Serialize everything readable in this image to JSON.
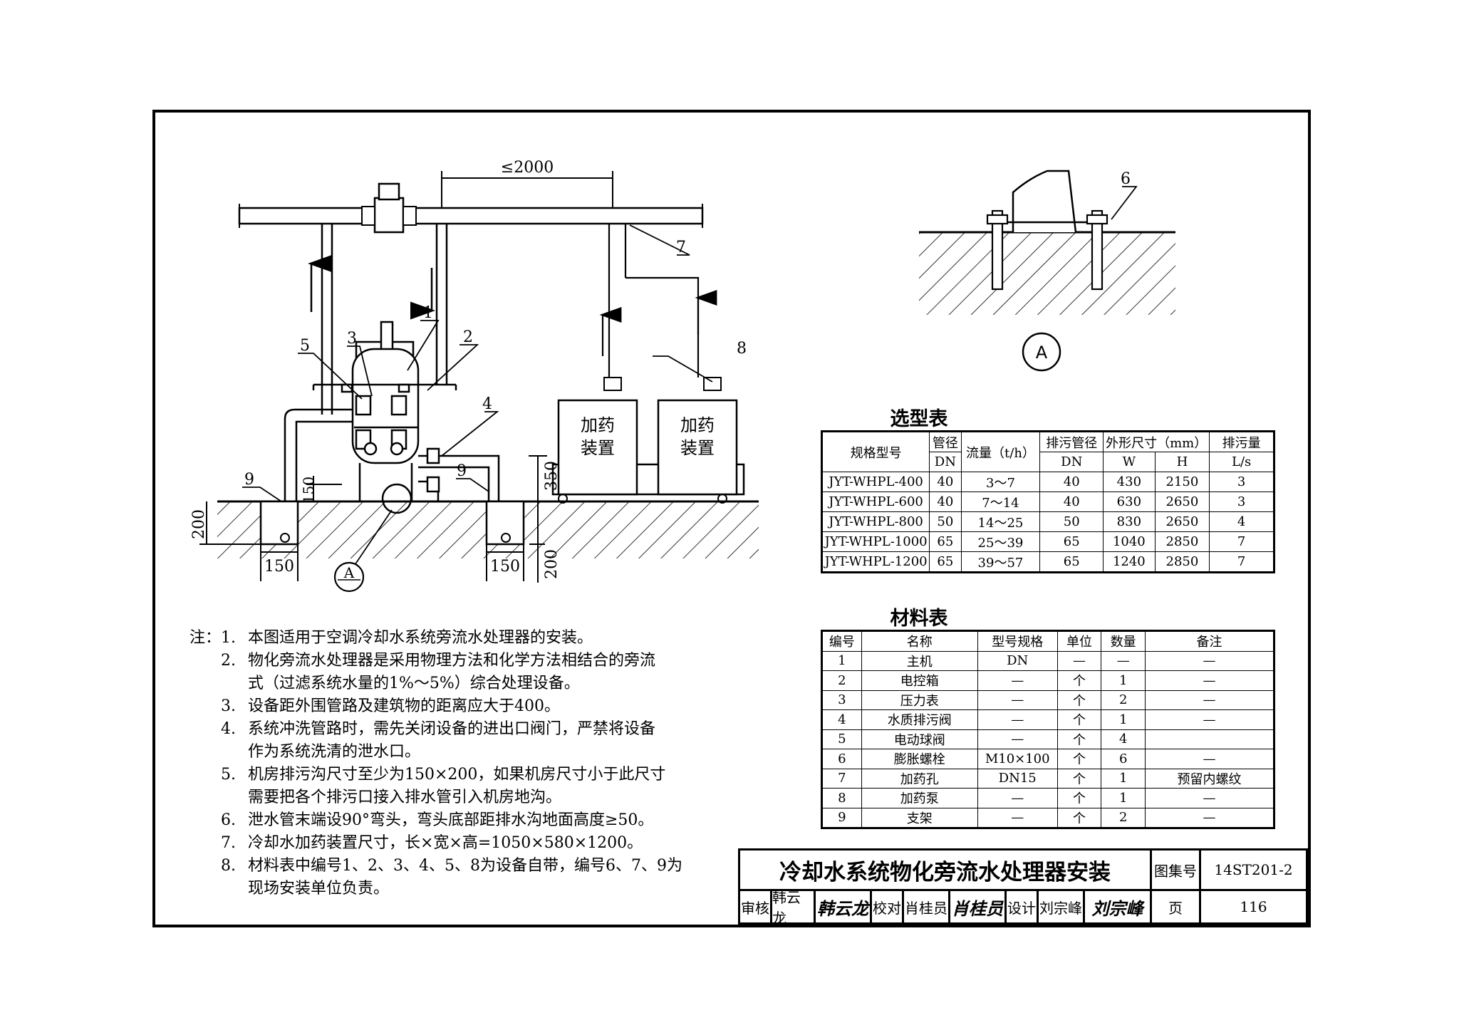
{
  "drawing": {
    "dimension_max_spacing": "≤2000",
    "dim_150_left": "150",
    "dim_150_right": "150",
    "dim_150_vertical": "150",
    "dim_200_left": "200",
    "dim_200_right": "200",
    "dim_350": "350",
    "tank_label": "加药装置",
    "tank_label_line1": "加药",
    "tank_label_line2": "装置",
    "callouts": [
      "1",
      "2",
      "3",
      "4",
      "5",
      "6",
      "7",
      "8",
      "9",
      "9"
    ],
    "detail_label": "A"
  },
  "selection_table": {
    "title": "选型表",
    "headers": {
      "model": "规格型号",
      "pipe_dia": "管径",
      "pipe_dia_unit": "DN",
      "flow": "流量（t/h）",
      "drain_dia": "排污管径",
      "drain_dia_unit": "DN",
      "dims": "外形尺寸（mm）",
      "w": "W",
      "h": "H",
      "drain_qty": "排污量",
      "drain_qty_unit": "L/s"
    },
    "rows": [
      {
        "model": "JYT-WHPL-400",
        "dn": "40",
        "flow": "3～7",
        "drain": "40",
        "w": "430",
        "h": "2150",
        "q": "3"
      },
      {
        "model": "JYT-WHPL-600",
        "dn": "40",
        "flow": "7～14",
        "drain": "40",
        "w": "630",
        "h": "2650",
        "q": "3"
      },
      {
        "model": "JYT-WHPL-800",
        "dn": "50",
        "flow": "14～25",
        "drain": "50",
        "w": "830",
        "h": "2650",
        "q": "4"
      },
      {
        "model": "JYT-WHPL-1000",
        "dn": "65",
        "flow": "25～39",
        "drain": "65",
        "w": "1040",
        "h": "2850",
        "q": "7"
      },
      {
        "model": "JYT-WHPL-1200",
        "dn": "65",
        "flow": "39～57",
        "drain": "65",
        "w": "1240",
        "h": "2850",
        "q": "7"
      }
    ]
  },
  "material_table": {
    "title": "材料表",
    "headers": [
      "编号",
      "名称",
      "型号规格",
      "单位",
      "数量",
      "备注"
    ],
    "rows": [
      [
        "1",
        "主机",
        "DN",
        "—",
        "—",
        "—"
      ],
      [
        "2",
        "电控箱",
        "—",
        "个",
        "1",
        "—"
      ],
      [
        "3",
        "压力表",
        "—",
        "个",
        "2",
        "—"
      ],
      [
        "4",
        "水质排污阀",
        "—",
        "个",
        "1",
        "—"
      ],
      [
        "5",
        "电动球阀",
        "—",
        "个",
        "4",
        ""
      ],
      [
        "6",
        "膨胀螺栓",
        "M10×100",
        "个",
        "6",
        "—"
      ],
      [
        "7",
        "加药孔",
        "DN15",
        "个",
        "1",
        "预留内螺纹"
      ],
      [
        "8",
        "加药泵",
        "—",
        "个",
        "1",
        "—"
      ],
      [
        "9",
        "支架",
        "—",
        "个",
        "2",
        "—"
      ]
    ]
  },
  "notes": {
    "prefix": "注：",
    "items": [
      {
        "num": "1.",
        "text": "本图适用于空调冷却水系统旁流水处理器的安装。"
      },
      {
        "num": "2.",
        "text": "物化旁流水处理器是采用物理方法和化学方法相结合的旁流\n式（过滤系统水量的1%～5%）综合处理设备。"
      },
      {
        "num": "3.",
        "text": "设备距外围管路及建筑物的距离应大于400。"
      },
      {
        "num": "4.",
        "text": "系统冲洗管路时，需先关闭设备的进出口阀门，严禁将设备\n作为系统洗清的泄水口。"
      },
      {
        "num": "5.",
        "text": "机房排污沟尺寸至少为150×200，如果机房尺寸小于此尺寸\n需要把各个排污口接入排水管引入机房地沟。"
      },
      {
        "num": "6.",
        "text": "泄水管末端设90°弯头，弯头底部距排水沟地面高度≥50。"
      },
      {
        "num": "7.",
        "text": "冷却水加药装置尺寸，长×宽×高=1050×580×1200。"
      },
      {
        "num": "8.",
        "text": "材料表中编号1、2、3、4、5、8为设备自带，编号6、7、9为\n现场安装单位负责。"
      }
    ]
  },
  "title_block": {
    "title": "冷却水系统物化旁流水处理器安装",
    "atlas_label": "图集号",
    "atlas_no": "14ST201-2",
    "review_label": "审核",
    "reviewer": "韩云龙",
    "reviewer_sig": "韩云龙",
    "check_label": "校对",
    "checker": "肖桂员",
    "checker_sig": "肖桂员",
    "design_label": "设计",
    "designer": "刘宗峰",
    "designer_sig": "刘宗峰",
    "page_label": "页",
    "page_no": "116"
  }
}
